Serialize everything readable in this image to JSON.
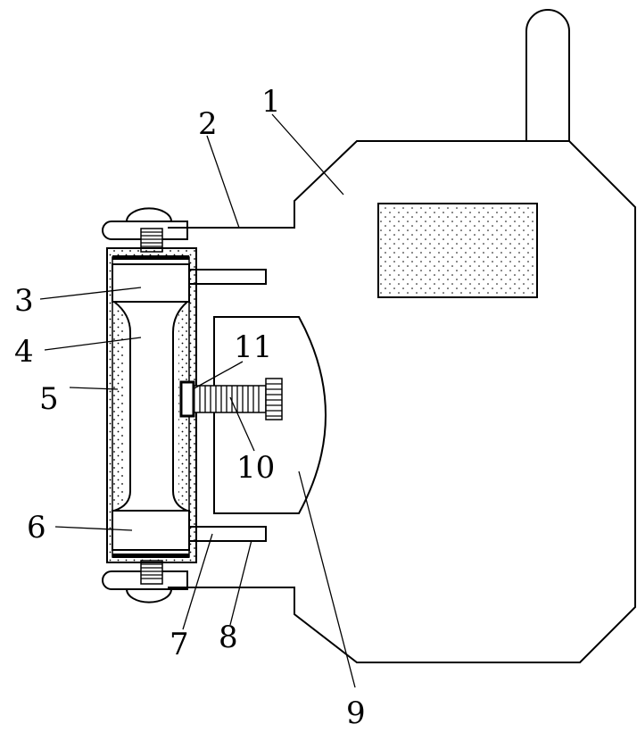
{
  "diagram": {
    "labels": {
      "l1": "1",
      "l2": "2",
      "l3": "3",
      "l4": "4",
      "l5": "5",
      "l6": "6",
      "l7": "7",
      "l8": "8",
      "l9": "9",
      "l10": "10",
      "l11": "11"
    },
    "colors": {
      "stroke": "#000000",
      "background": "#ffffff",
      "dots": "#000000"
    }
  }
}
